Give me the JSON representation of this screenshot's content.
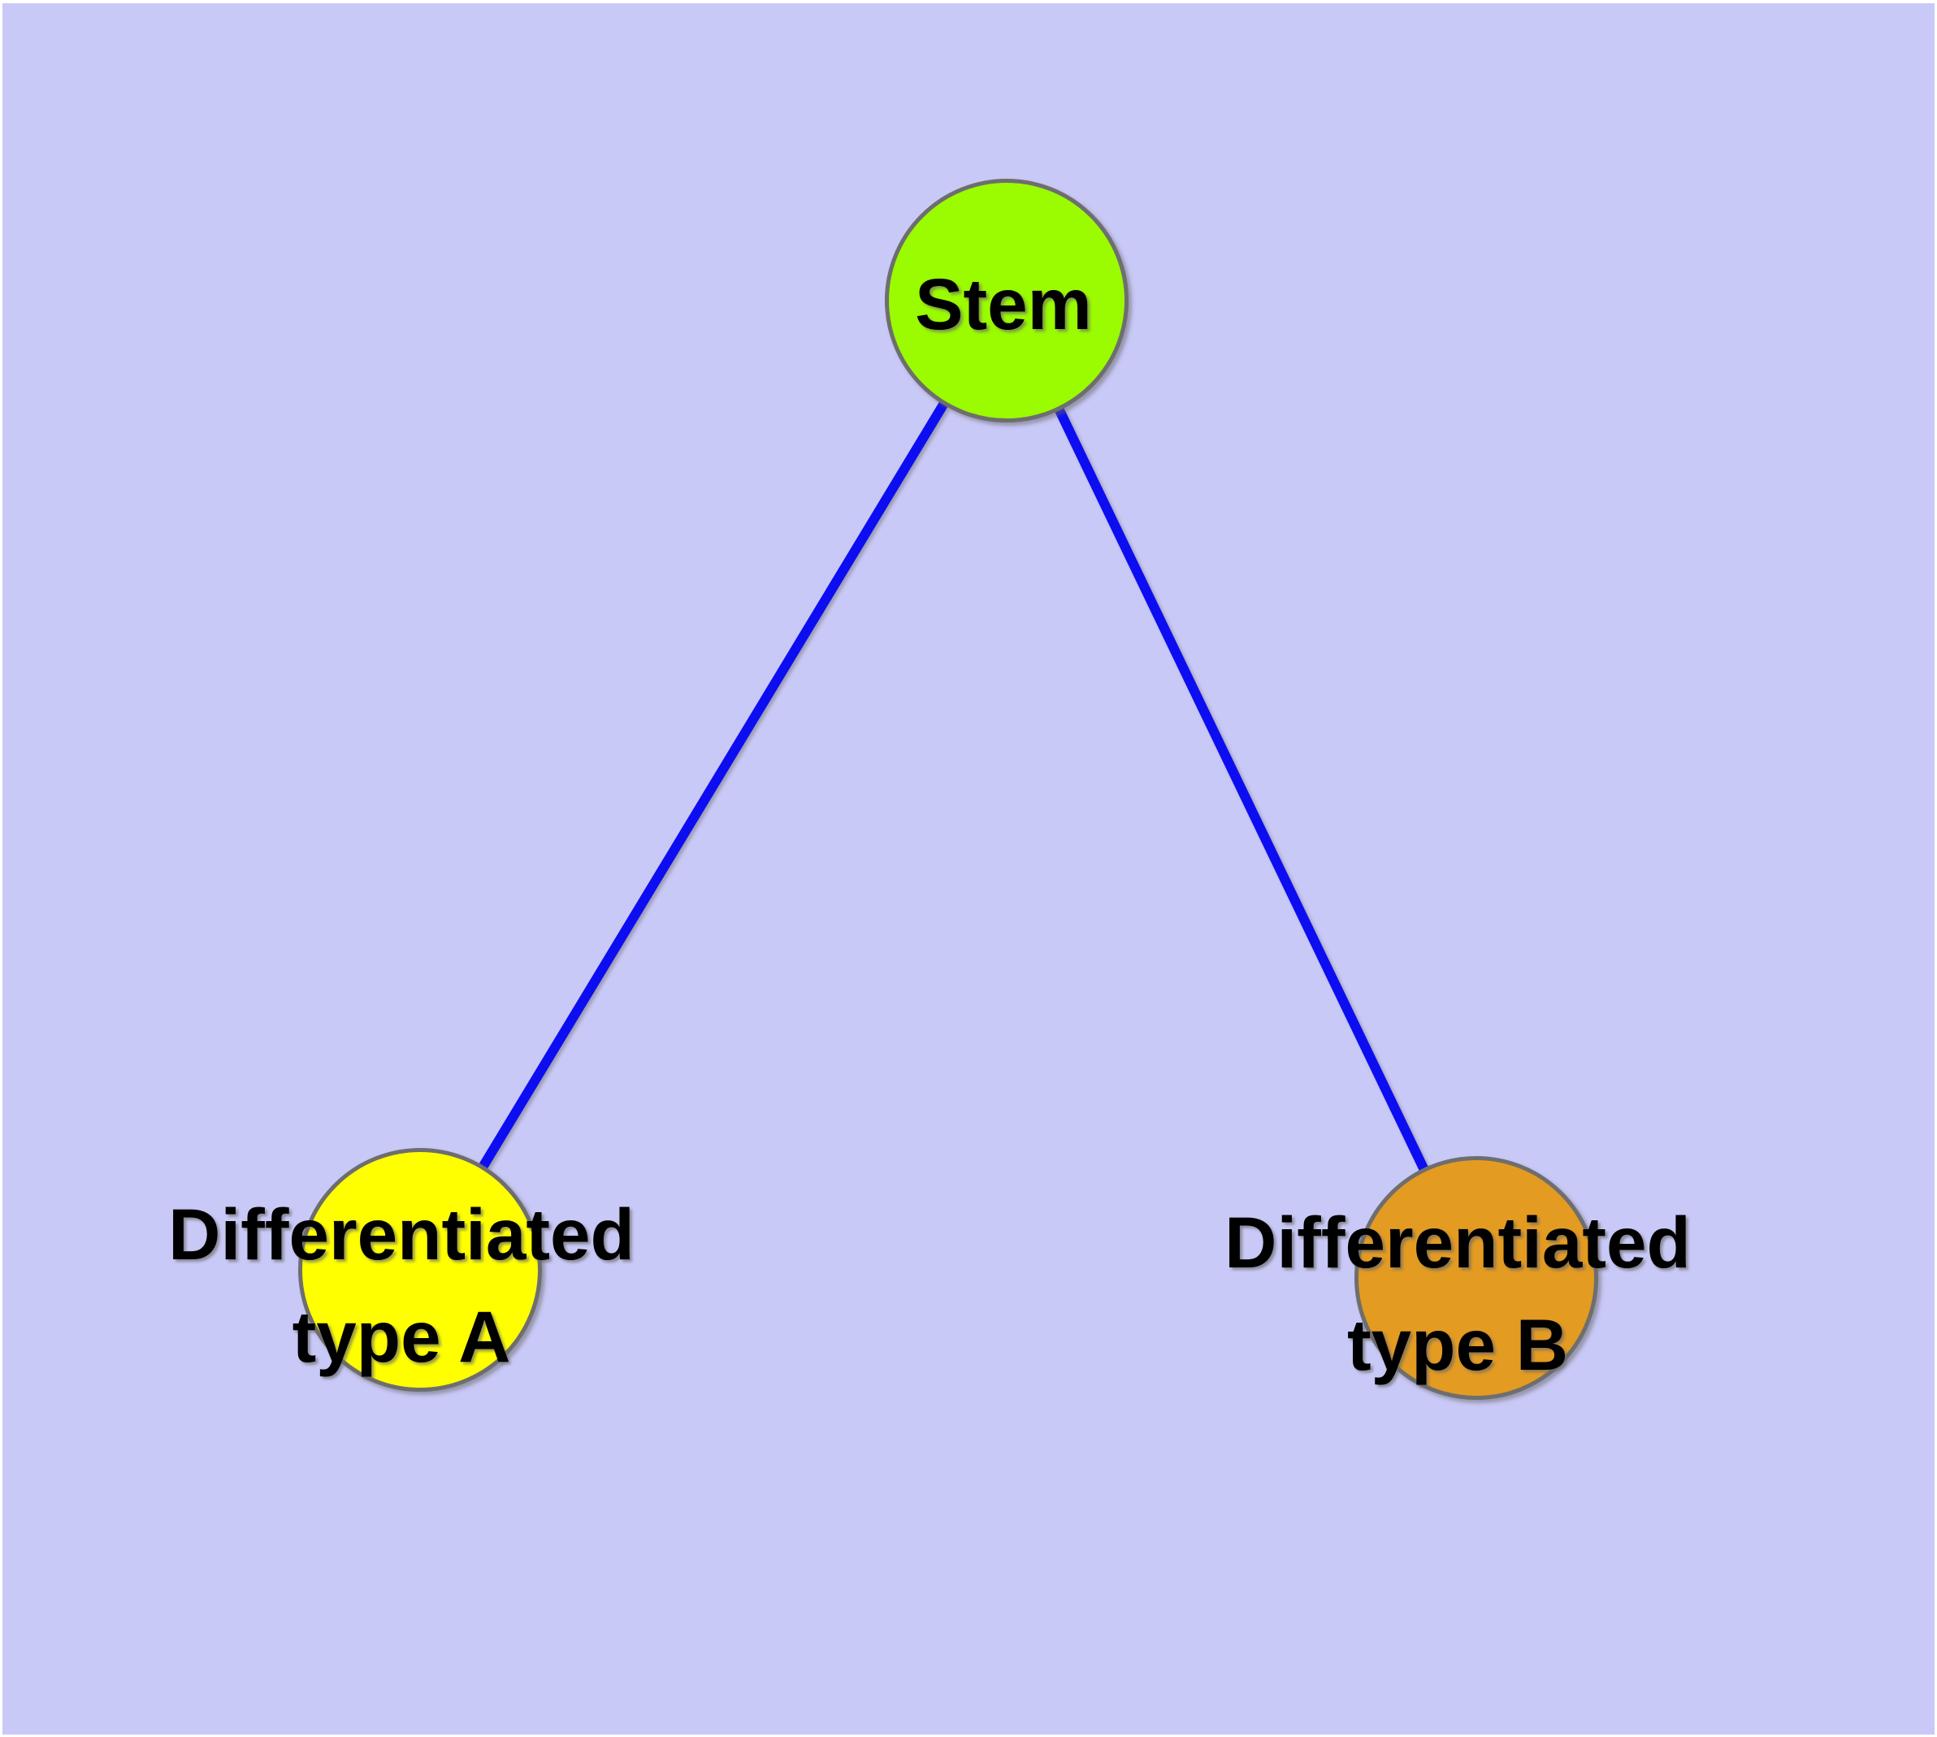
{
  "canvas": {
    "background_color": "#c9c9f7",
    "frame_color": "#ffffff"
  },
  "style": {
    "edge_color": "#0d0df2",
    "node_border_color": "#6e6e6e",
    "label_color": "#000000"
  },
  "nodes": {
    "stem": {
      "label": "Stem",
      "fill": "#9bfb00"
    },
    "type_a": {
      "label_line1": "Differentiated",
      "label_line2": "type A",
      "label": "Differentiated type A",
      "fill": "#ffff00"
    },
    "type_b": {
      "label_line1": "Differentiated",
      "label_line2": "type B",
      "label": "Differentiated type B",
      "fill": "#e49b22"
    }
  },
  "edges": [
    {
      "source": "Stem",
      "target": "Differentiated type A"
    },
    {
      "source": "Stem",
      "target": "Differentiated type B"
    }
  ]
}
